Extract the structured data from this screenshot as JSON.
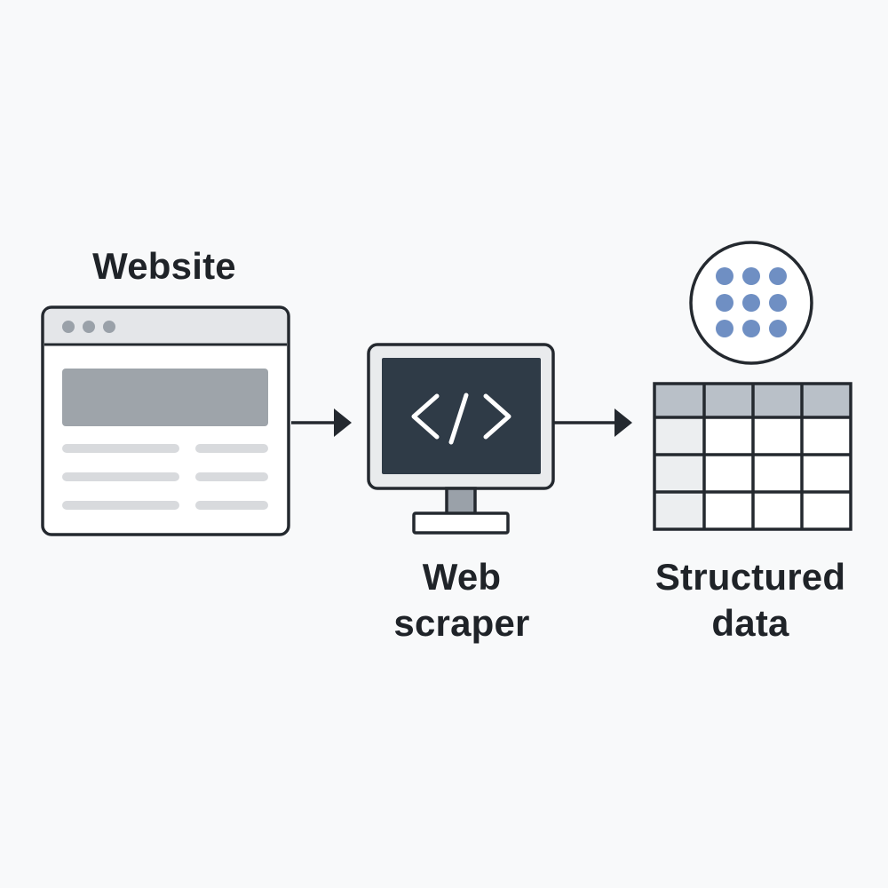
{
  "diagram": {
    "nodes": {
      "website": {
        "label": "Website"
      },
      "scraper": {
        "label_line1": "Web",
        "label_line2": "scraper",
        "code_glyph": "</>"
      },
      "structured": {
        "label_line1": "Structured",
        "label_line2": "data"
      }
    },
    "edges": [
      {
        "from": "website",
        "to": "scraper"
      },
      {
        "from": "scraper",
        "to": "structured"
      }
    ]
  },
  "colors": {
    "background": "#f8f9fa",
    "outline": "#24292f",
    "monitor_screen": "#2f3b47",
    "table_header": "#b9c0c8",
    "dot_blue": "#6f8fc3"
  }
}
